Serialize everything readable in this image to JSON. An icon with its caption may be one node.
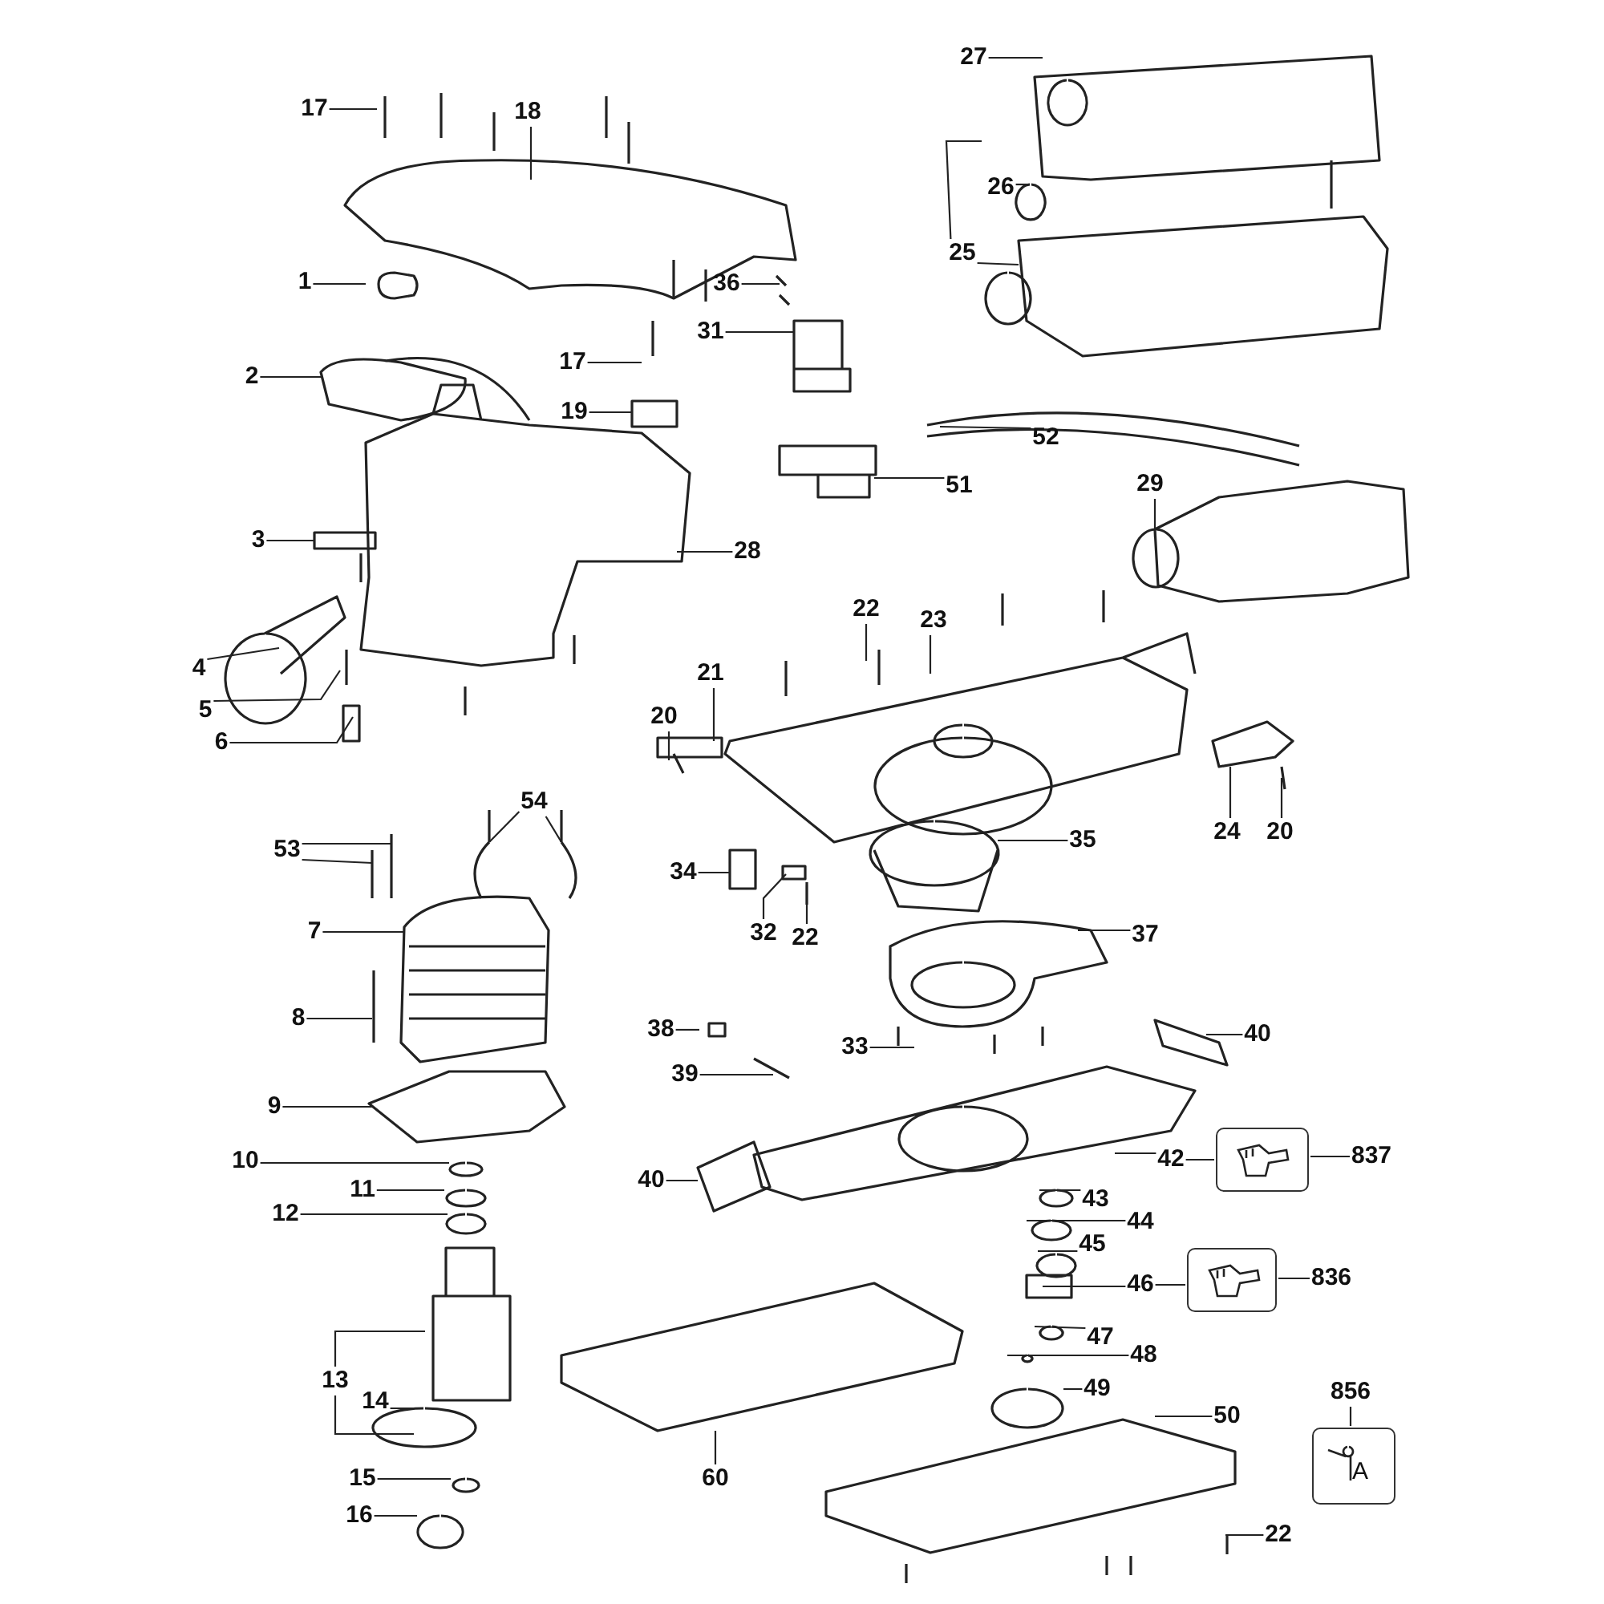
{
  "diagram": {
    "nodes": [
      {
        "text": [
          "17"
        ]
      },
      {
        "text": [
          "18"
        ]
      },
      {
        "text": [
          "27"
        ]
      },
      {
        "text": [
          "1"
        ]
      },
      {
        "text": [
          "36"
        ]
      },
      {
        "text": [
          "26"
        ]
      },
      {
        "text": [
          "25"
        ]
      },
      {
        "text": [
          "31"
        ]
      },
      {
        "text": [
          "2"
        ]
      },
      {
        "text": [
          "17"
        ]
      },
      {
        "text": [
          "19"
        ]
      },
      {
        "text": [
          "52"
        ]
      },
      {
        "text": [
          "51"
        ]
      },
      {
        "text": [
          "3"
        ]
      },
      {
        "text": [
          "28"
        ]
      },
      {
        "text": [
          "29"
        ]
      },
      {
        "text": [
          "22"
        ]
      },
      {
        "text": [
          "23"
        ]
      },
      {
        "text": [
          "4"
        ]
      },
      {
        "text": [
          "5"
        ]
      },
      {
        "text": [
          "21"
        ]
      },
      {
        "text": [
          "20"
        ]
      },
      {
        "text": [
          "6"
        ]
      },
      {
        "text": [
          "54"
        ]
      },
      {
        "text": [
          "53"
        ]
      },
      {
        "text": [
          "24"
        ]
      },
      {
        "text": [
          "20"
        ]
      },
      {
        "text": [
          "35"
        ]
      },
      {
        "text": [
          "34"
        ]
      },
      {
        "text": [
          "32"
        ]
      },
      {
        "text": [
          "22"
        ]
      },
      {
        "text": [
          "7"
        ]
      },
      {
        "text": [
          "37"
        ]
      },
      {
        "text": [
          "8"
        ]
      },
      {
        "text": [
          "38"
        ]
      },
      {
        "text": [
          "33"
        ]
      },
      {
        "text": [
          "40"
        ]
      },
      {
        "text": [
          "39"
        ]
      },
      {
        "text": [
          "9"
        ]
      },
      {
        "text": [
          "42"
        ]
      },
      {
        "text": [
          "837"
        ]
      },
      {
        "text": [
          "10"
        ]
      },
      {
        "text": [
          "11"
        ]
      },
      {
        "text": [
          "40"
        ]
      },
      {
        "text": [
          "43"
        ]
      },
      {
        "text": [
          "12"
        ]
      },
      {
        "text": [
          "44"
        ]
      },
      {
        "text": [
          "45"
        ]
      },
      {
        "text": [
          "46"
        ]
      },
      {
        "text": [
          "836"
        ]
      },
      {
        "text": [
          "13"
        ]
      },
      {
        "text": [
          "47"
        ]
      },
      {
        "text": [
          "48"
        ]
      },
      {
        "text": [
          "14"
        ]
      },
      {
        "text": [
          "49"
        ]
      },
      {
        "text": [
          "856"
        ]
      },
      {
        "text": [
          "50"
        ]
      },
      {
        "text": [
          "15"
        ]
      },
      {
        "text": [
          "60"
        ]
      },
      {
        "text": [
          "16"
        ]
      },
      {
        "text": [
          "22"
        ]
      },
      {
        "text": [],
        "shape": "picture"
      },
      {
        "text": [],
        "shape": "picture"
      },
      {
        "text": [],
        "shape": "picture"
      }
    ],
    "edges": [
      {
        "from": 0,
        "to": null,
        "arrow": "none"
      },
      {
        "from": 1,
        "to": null,
        "arrow": "none"
      },
      {
        "from": 2,
        "to": null,
        "arrow": "none"
      },
      {
        "from": 3,
        "to": null,
        "arrow": "none"
      },
      {
        "from": 4,
        "to": null,
        "arrow": "none"
      },
      {
        "from": 5,
        "to": null,
        "arrow": "none"
      },
      {
        "from": 6,
        "to": null,
        "arrow": "none"
      },
      {
        "from": 6,
        "to": null,
        "arrow": "none"
      },
      {
        "from": 7,
        "to": null,
        "arrow": "none"
      },
      {
        "from": 8,
        "to": null,
        "arrow": "none"
      },
      {
        "from": 9,
        "to": null,
        "arrow": "none"
      },
      {
        "from": 10,
        "to": null,
        "arrow": "none"
      },
      {
        "from": 11,
        "to": null,
        "arrow": "none"
      },
      {
        "from": 12,
        "to": null,
        "arrow": "none"
      },
      {
        "from": 13,
        "to": null,
        "arrow": "none"
      },
      {
        "from": 14,
        "to": null,
        "arrow": "none"
      },
      {
        "from": 15,
        "to": null,
        "arrow": "none"
      },
      {
        "from": 16,
        "to": null,
        "arrow": "none"
      },
      {
        "from": 17,
        "to": null,
        "arrow": "none"
      },
      {
        "from": 18,
        "to": null,
        "arrow": "none"
      },
      {
        "from": 19,
        "to": null,
        "arrow": "none"
      },
      {
        "from": 20,
        "to": null,
        "arrow": "none"
      },
      {
        "from": 21,
        "to": null,
        "arrow": "none"
      },
      {
        "from": 22,
        "to": null,
        "arrow": "none"
      },
      {
        "from": 23,
        "to": null,
        "arrow": "none"
      },
      {
        "from": 23,
        "to": null,
        "arrow": "none"
      },
      {
        "from": 24,
        "to": null,
        "arrow": "none"
      },
      {
        "from": 24,
        "to": null,
        "arrow": "none"
      },
      {
        "from": 25,
        "to": null,
        "arrow": "none"
      },
      {
        "from": 26,
        "to": null,
        "arrow": "none"
      },
      {
        "from": 27,
        "to": null,
        "arrow": "none"
      },
      {
        "from": 28,
        "to": null,
        "arrow": "none"
      },
      {
        "from": 29,
        "to": null,
        "arrow": "none"
      },
      {
        "from": 30,
        "to": null,
        "arrow": "none"
      },
      {
        "from": 31,
        "to": null,
        "arrow": "none"
      },
      {
        "from": 32,
        "to": null,
        "arrow": "none"
      },
      {
        "from": 33,
        "to": null,
        "arrow": "none"
      },
      {
        "from": 34,
        "to": null,
        "arrow": "none"
      },
      {
        "from": 35,
        "to": null,
        "arrow": "none"
      },
      {
        "from": 36,
        "to": null,
        "arrow": "none"
      },
      {
        "from": 37,
        "to": null,
        "arrow": "none"
      },
      {
        "from": 38,
        "to": null,
        "arrow": "none"
      },
      {
        "from": 39,
        "to": null,
        "arrow": "none"
      },
      {
        "from": 39,
        "to": 61,
        "arrow": "none"
      },
      {
        "from": 40,
        "to": 61,
        "arrow": "none"
      },
      {
        "from": 41,
        "to": null,
        "arrow": "none"
      },
      {
        "from": 42,
        "to": null,
        "arrow": "none"
      },
      {
        "from": 43,
        "to": null,
        "arrow": "none"
      },
      {
        "from": 44,
        "to": null,
        "arrow": "none"
      },
      {
        "from": 45,
        "to": null,
        "arrow": "none"
      },
      {
        "from": 46,
        "to": null,
        "arrow": "none"
      },
      {
        "from": 47,
        "to": null,
        "arrow": "none"
      },
      {
        "from": 48,
        "to": null,
        "arrow": "none"
      },
      {
        "from": 48,
        "to": 62,
        "arrow": "none"
      },
      {
        "from": 49,
        "to": 62,
        "arrow": "none"
      },
      {
        "from": 50,
        "to": null,
        "arrow": "none"
      },
      {
        "from": 50,
        "to": null,
        "arrow": "none"
      },
      {
        "from": 51,
        "to": null,
        "arrow": "none"
      },
      {
        "from": 52,
        "to": null,
        "arrow": "none"
      },
      {
        "from": 53,
        "to": null,
        "arrow": "none"
      },
      {
        "from": 54,
        "to": null,
        "arrow": "none"
      },
      {
        "from": 55,
        "to": 63,
        "arrow": "none"
      },
      {
        "from": 56,
        "to": null,
        "arrow": "none"
      },
      {
        "from": 57,
        "to": null,
        "arrow": "none"
      },
      {
        "from": 58,
        "to": null,
        "arrow": "none"
      },
      {
        "from": 59,
        "to": null,
        "arrow": "none"
      },
      {
        "from": 60,
        "to": null,
        "arrow": "none"
      }
    ],
    "labels": [
      "A"
    ]
  }
}
